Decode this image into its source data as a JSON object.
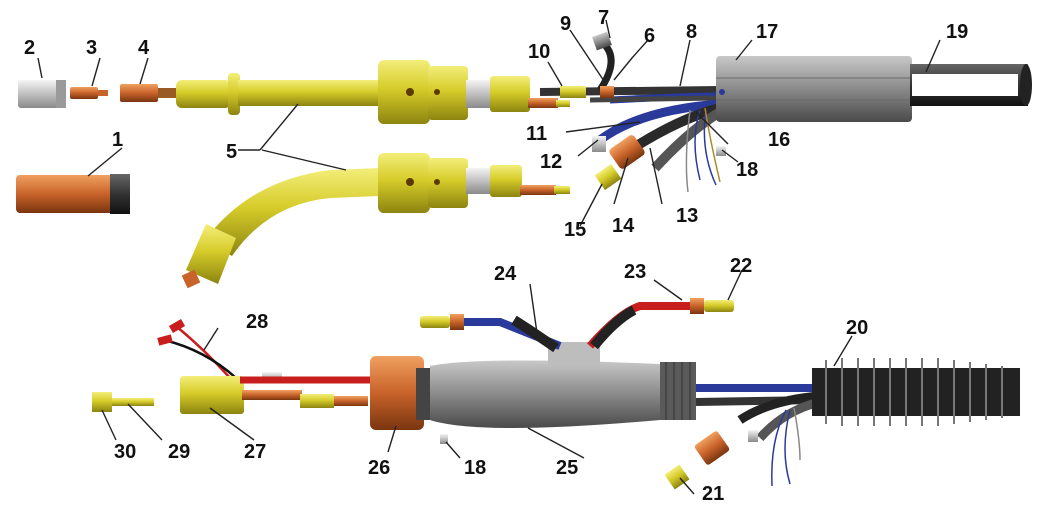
{
  "parts": [
    {
      "id": "p1",
      "number": "1"
    },
    {
      "id": "p2",
      "number": "2"
    },
    {
      "id": "p3",
      "number": "3"
    },
    {
      "id": "p4",
      "number": "4"
    },
    {
      "id": "p5",
      "number": "5"
    },
    {
      "id": "p6",
      "number": "6"
    },
    {
      "id": "p7",
      "number": "7"
    },
    {
      "id": "p8",
      "number": "8"
    },
    {
      "id": "p9",
      "number": "9"
    },
    {
      "id": "p10",
      "number": "10"
    },
    {
      "id": "p11",
      "number": "11"
    },
    {
      "id": "p12",
      "number": "12"
    },
    {
      "id": "p13",
      "number": "13"
    },
    {
      "id": "p14",
      "number": "14"
    },
    {
      "id": "p15",
      "number": "15"
    },
    {
      "id": "p16",
      "number": "16"
    },
    {
      "id": "p17",
      "number": "17"
    },
    {
      "id": "p18a",
      "number": "18"
    },
    {
      "id": "p19",
      "number": "19"
    },
    {
      "id": "p20",
      "number": "20"
    },
    {
      "id": "p21",
      "number": "21"
    },
    {
      "id": "p22",
      "number": "22"
    },
    {
      "id": "p23",
      "number": "23"
    },
    {
      "id": "p24",
      "number": "24"
    },
    {
      "id": "p25",
      "number": "25"
    },
    {
      "id": "p26",
      "number": "26"
    },
    {
      "id": "p27",
      "number": "27"
    },
    {
      "id": "p28",
      "number": "28"
    },
    {
      "id": "p29",
      "number": "29"
    },
    {
      "id": "p30",
      "number": "30"
    },
    {
      "id": "p18b",
      "number": "18"
    }
  ],
  "colors": {
    "brass": "#d9cf2e",
    "copper": "#c8632a",
    "gray": "#8a8a8a",
    "blue": "#2a3a9a",
    "red": "#c81e1e",
    "black": "#222222"
  }
}
